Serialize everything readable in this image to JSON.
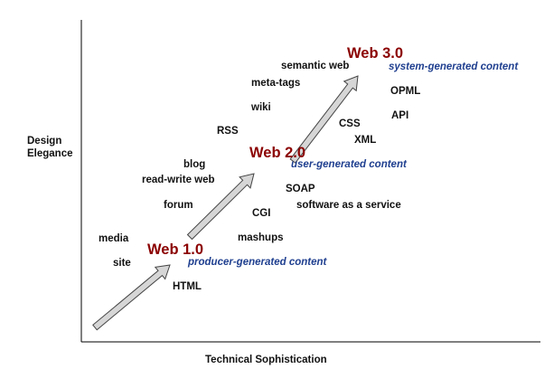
{
  "axes": {
    "y_label_line1": "Design",
    "y_label_line2": "Elegance",
    "x_label": "Technical Sophistication"
  },
  "stages": [
    {
      "name": "Web 1.0",
      "subtitle": "producer-generated content"
    },
    {
      "name": "Web 2.0",
      "subtitle": "user-generated content"
    },
    {
      "name": "Web 3.0",
      "subtitle": "system-generated content"
    }
  ],
  "terms": {
    "media": "media",
    "site": "site",
    "html": "HTML",
    "forum": "forum",
    "read_write_web": "read-write web",
    "blog": "blog",
    "rss": "RSS",
    "cgi": "CGI",
    "mashups": "mashups",
    "wiki": "wiki",
    "meta_tags": "meta-tags",
    "semantic_web": "semantic web",
    "soap": "SOAP",
    "software_as_a_service": "software as a service",
    "css": "CSS",
    "xml": "XML",
    "opml": "OPML",
    "api": "API"
  },
  "colors": {
    "stage_title": "#8b0000",
    "stage_subtitle": "#1f3f8f",
    "arrow_fill": "#d6d6d6",
    "arrow_stroke": "#444444",
    "axis": "#000000"
  }
}
